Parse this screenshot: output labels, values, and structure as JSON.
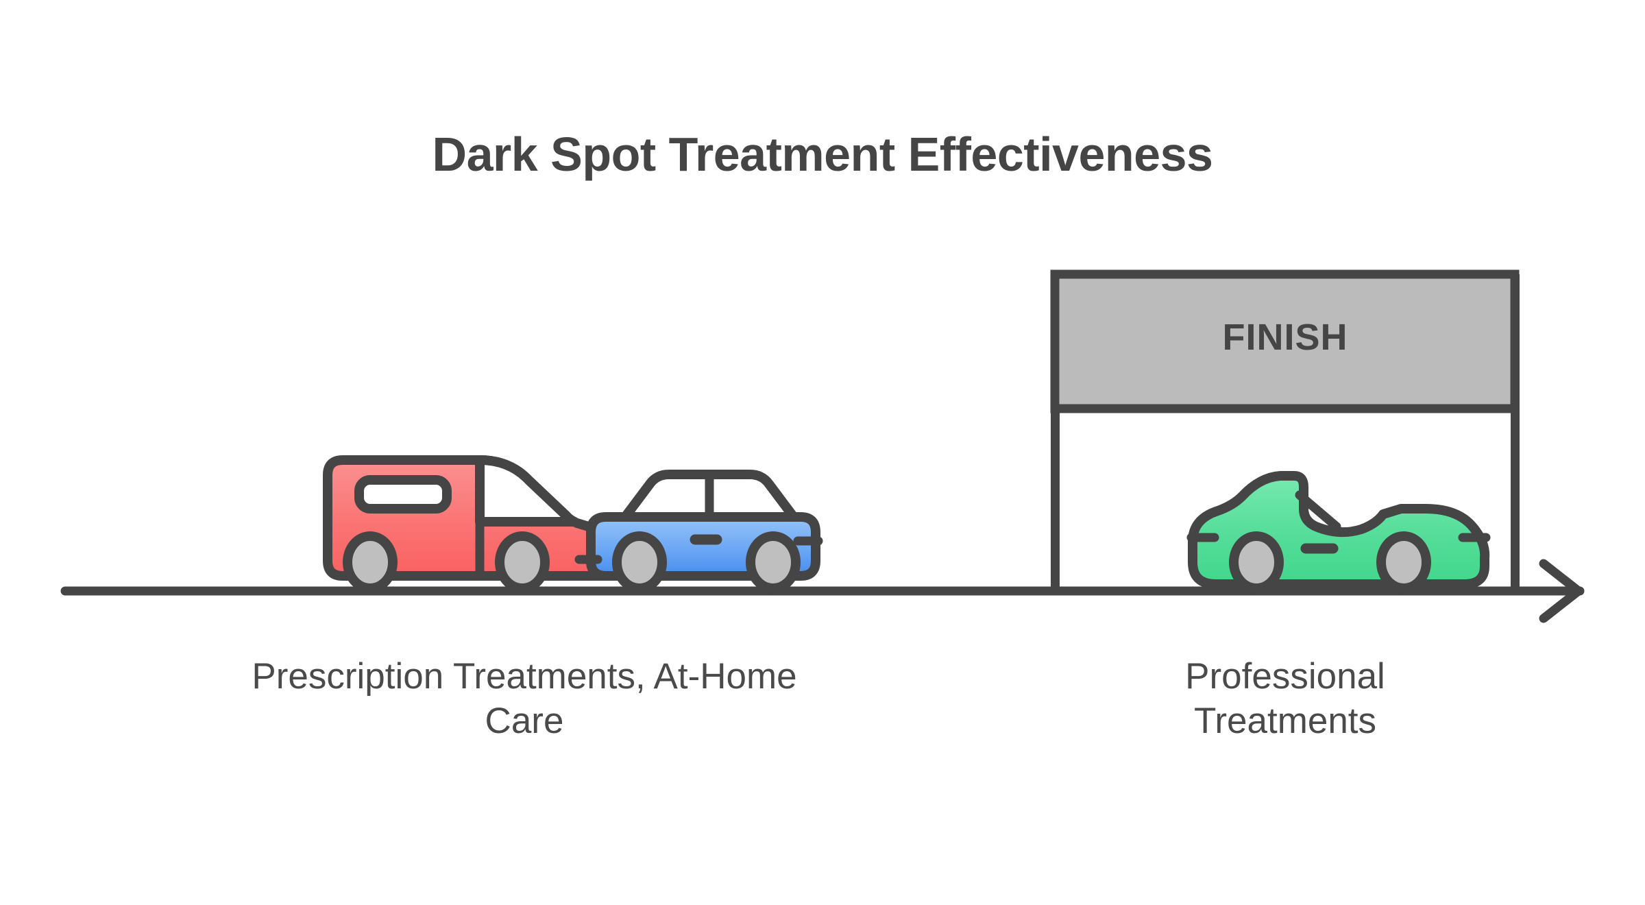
{
  "title": "Dark Spot Treatment Effectiveness",
  "background_color": "#FFFFFF",
  "ink_color": "#454545",
  "finish": {
    "banner_label": "FINISH",
    "banner_fill": "#BBBBBB",
    "banner_stroke": "#454545"
  },
  "axis": {
    "orientation": "horizontal",
    "arrow": "right",
    "line_color": "#454545"
  },
  "labels": {
    "left_line1": "Prescription Treatments, At-Home",
    "left_line2": "Care",
    "right_line1": "Professional",
    "right_line2": "Treatments"
  },
  "chart_data": {
    "type": "diagram",
    "title": "Dark Spot Treatment Effectiveness",
    "subtype": "race-progress-metaphor",
    "axis_label": "",
    "xlabel": "",
    "ylabel": "",
    "legend_position": "none",
    "grid": false,
    "categories": [
      "Prescription Treatments, At-Home Care",
      "Professional Treatments"
    ],
    "annotations": [
      "FINISH"
    ],
    "series": [
      {
        "name": "Prescription Treatments",
        "icon": "van",
        "color": "#FA7070",
        "position": 0.22,
        "progress_rank": 3,
        "group": "Prescription Treatments, At-Home Care"
      },
      {
        "name": "At-Home Care",
        "icon": "sedan",
        "color": "#6AA8F5",
        "position": 0.42,
        "progress_rank": 2,
        "group": "Prescription Treatments, At-Home Care"
      },
      {
        "name": "Professional Treatments",
        "icon": "convertible",
        "color": "#55DD99",
        "position": 0.8,
        "progress_rank": 1,
        "group": "Professional Treatments"
      }
    ]
  },
  "vehicles": {
    "red_van": {
      "name": "red-van",
      "fill_top": "#FB8E8E",
      "fill_bottom": "#FA6666",
      "wheel_fill": "#BFBFBF",
      "stroke": "#454545"
    },
    "blue_sedan": {
      "name": "blue-sedan",
      "fill_top": "#93C0F8",
      "fill_bottom": "#4A90F0",
      "wheel_fill": "#BFBFBF",
      "stroke": "#454545"
    },
    "green_convertible": {
      "name": "green-convertible",
      "fill_top": "#72E8AC",
      "fill_bottom": "#44D98D",
      "wheel_fill": "#BFBFBF",
      "stroke": "#454545"
    }
  }
}
